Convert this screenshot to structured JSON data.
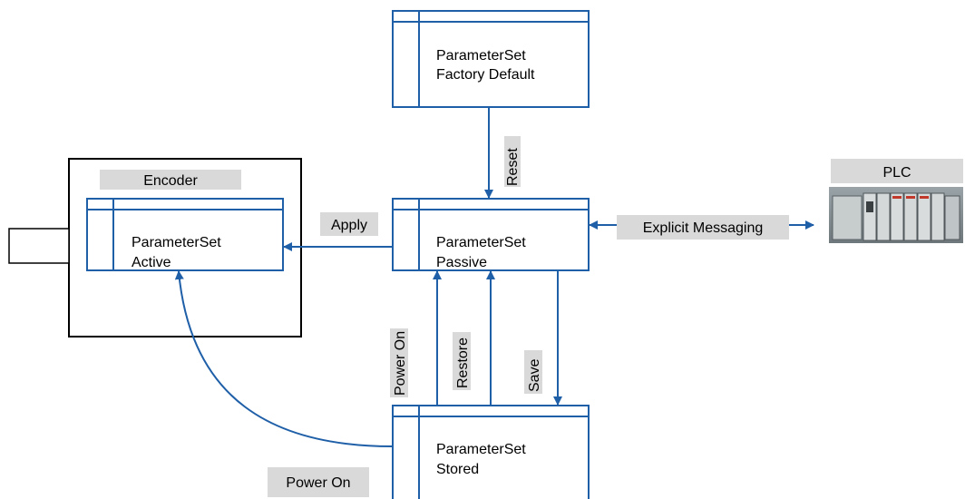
{
  "colors": {
    "line": "#1f5fa8",
    "label_bg": "#d9d9d9",
    "encoder_border": "#000000"
  },
  "nodes": {
    "factory_default": {
      "line1": "ParameterSet",
      "line2": "Factory Default"
    },
    "passive": {
      "line1": "ParameterSet",
      "line2": "Passive"
    },
    "active": {
      "line1": "ParameterSet",
      "line2": "Active"
    },
    "stored": {
      "line1": "ParameterSet",
      "line2": "Stored"
    }
  },
  "encoder": {
    "label": "Encoder"
  },
  "plc": {
    "label": "PLC",
    "image_icon": "plc-rack-icon"
  },
  "edges": {
    "reset": "Reset",
    "apply": "Apply",
    "explicit_messaging": "Explicit Messaging",
    "power_on_vertical": "Power On",
    "restore": "Restore",
    "save": "Save",
    "power_on_curve": "Power On"
  }
}
